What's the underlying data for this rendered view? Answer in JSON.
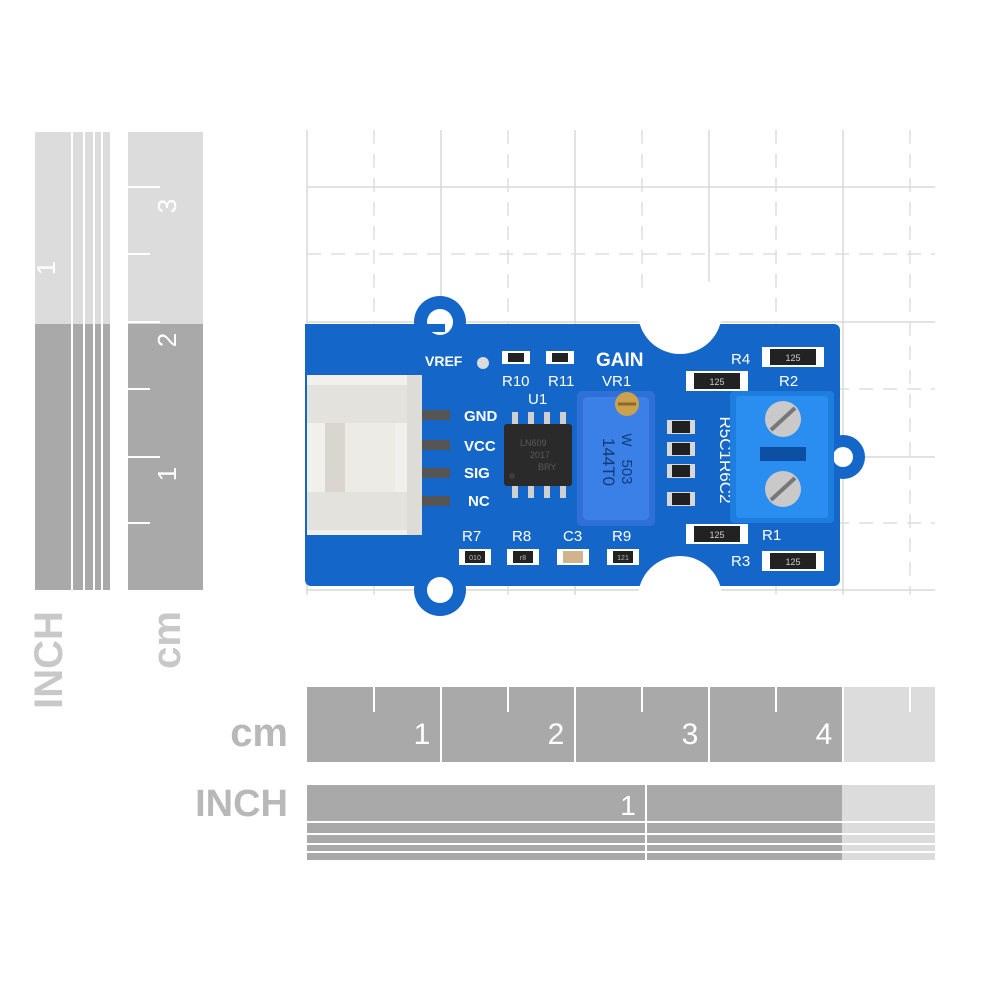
{
  "rulers": {
    "vertical_inch": {
      "unit_label": "INCH",
      "numbers": [
        "1"
      ]
    },
    "vertical_cm": {
      "unit_label": "cm",
      "numbers": [
        "3",
        "2",
        "1"
      ]
    },
    "horizontal_cm": {
      "unit_label": "cm",
      "numbers": [
        "1",
        "2",
        "3",
        "4"
      ]
    },
    "horizontal_inch": {
      "unit_label": "INCH",
      "numbers": [
        "1"
      ]
    }
  },
  "board": {
    "pins": [
      "GND",
      "VCC",
      "SIG",
      "NC"
    ],
    "labels": {
      "vref": "VREF",
      "gain": "GAIN",
      "vr1": "VR1",
      "u1": "U1",
      "r10": "R10",
      "r11": "R11",
      "r7": "R7",
      "r8": "R8",
      "c3": "C3",
      "r9": "R9",
      "r4": "R4",
      "r2": "R2",
      "r1": "R1",
      "r3": "R3",
      "vertical_silk": "R5C1R6C2"
    },
    "pot_marking": {
      "line1": "144T0",
      "line2": "W",
      "line3": "503"
    },
    "chip_marking": {
      "line1": "LN609",
      "line2": "2017",
      "line3": "BRY"
    },
    "resistor_codes": {
      "r2": "125",
      "r4": "125",
      "r1": "125",
      "r3": "125",
      "r7": "010",
      "r8": "r8",
      "r9": "121"
    }
  },
  "colors": {
    "pcb": "#1466c8",
    "pcb_dark": "#0d4fa3",
    "ruler_dark": "#a9a9a9",
    "ruler_light": "#dcdcdc",
    "terminal_blue": "#1e7ee0",
    "pot_blue": "#2f6fd6"
  }
}
